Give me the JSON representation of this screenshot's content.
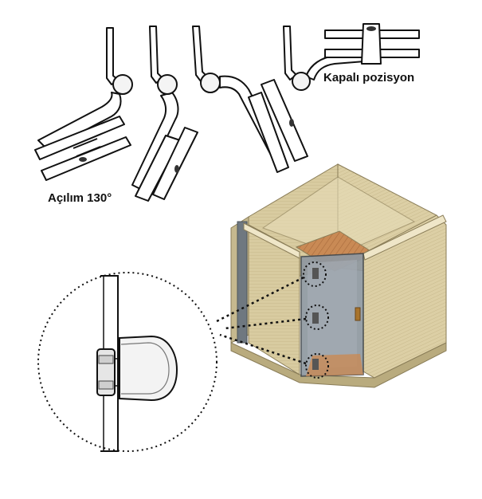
{
  "labels": {
    "open_angle": "Açılım 130°",
    "closed_position": "Kapalı pozisyon"
  },
  "colors": {
    "line": "#111111",
    "wood_wall": "#d8cba0",
    "wood_dark": "#c2b484",
    "wood_floor": "#c98a55",
    "glass": "#8f98a0",
    "handle": "#a8742c"
  },
  "icons": {
    "magnifier": "dotted-circle-callout",
    "hinge": "glass-door-hinge"
  }
}
